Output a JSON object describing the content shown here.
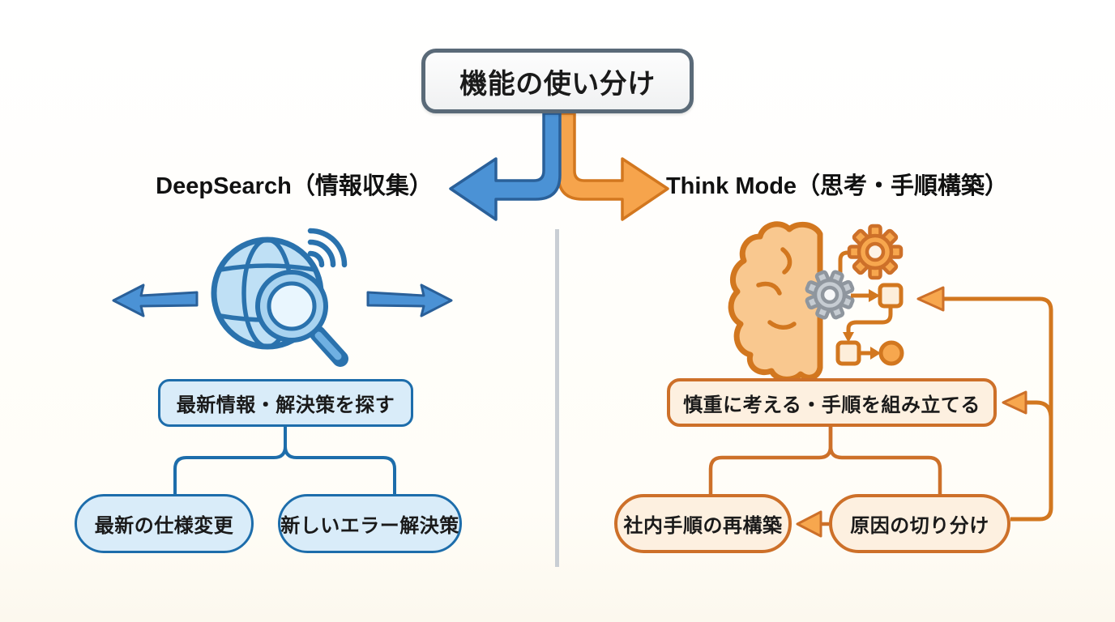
{
  "title": "機能の使い分け",
  "branches": {
    "left": {
      "heading": "DeepSearch（情報収集）",
      "action_box": "最新情報・解決策を探す",
      "children": [
        "最新の仕様変更",
        "新しいエラー解決策"
      ],
      "accent": "#4a90d2",
      "accent_dark": "#1d6dab",
      "box_fill": "#d9ecf9"
    },
    "right": {
      "heading": "Think Mode（思考・手順構築）",
      "action_box": "慎重に考える・手順を組み立てる",
      "children": [
        "社内手順の再構築",
        "原因の切り分け"
      ],
      "accent": "#f5a045",
      "accent_dark": "#cd7029",
      "box_fill": "#fdf0e0"
    }
  },
  "icons": {
    "left": "globe-search-wifi-icon",
    "right": "brain-gears-flowchart-icon"
  },
  "colors": {
    "title_border": "#5a6a78",
    "divider": "#c9ced4",
    "text": "#1a1a1a",
    "background": "#ffffff"
  }
}
